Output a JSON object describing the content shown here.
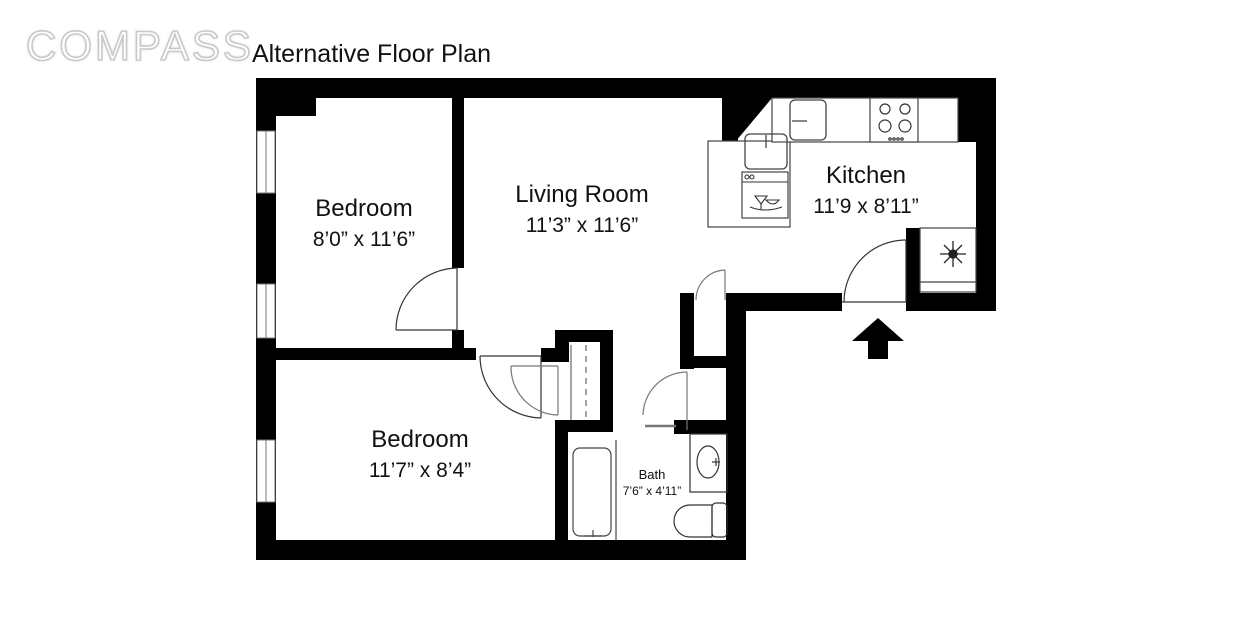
{
  "header": {
    "logo": "COMPASS",
    "title": "Alternative Floor Plan"
  },
  "rooms": {
    "bedroom1": {
      "name": "Bedroom",
      "size": "8’0” x 11’6”"
    },
    "living": {
      "name": "Living Room",
      "size": "11’3” x 11’6”"
    },
    "kitchen": {
      "name": "Kitchen",
      "size": "11’9 x 8’11”"
    },
    "bedroom2": {
      "name": "Bedroom",
      "size": "11’7” x 8’4”"
    },
    "bath": {
      "name": "Bath",
      "size": "7’6” x 4’11”"
    }
  },
  "icons": [
    "entrance-arrow-icon",
    "refrigerator-snowflake-icon",
    "stove-icon",
    "sink-icon",
    "dishwasher-icon",
    "bathtub-icon",
    "toilet-icon",
    "bath-sink-icon"
  ],
  "colors": {
    "wall": "#000000",
    "line": "#555555",
    "background": "#ffffff"
  }
}
